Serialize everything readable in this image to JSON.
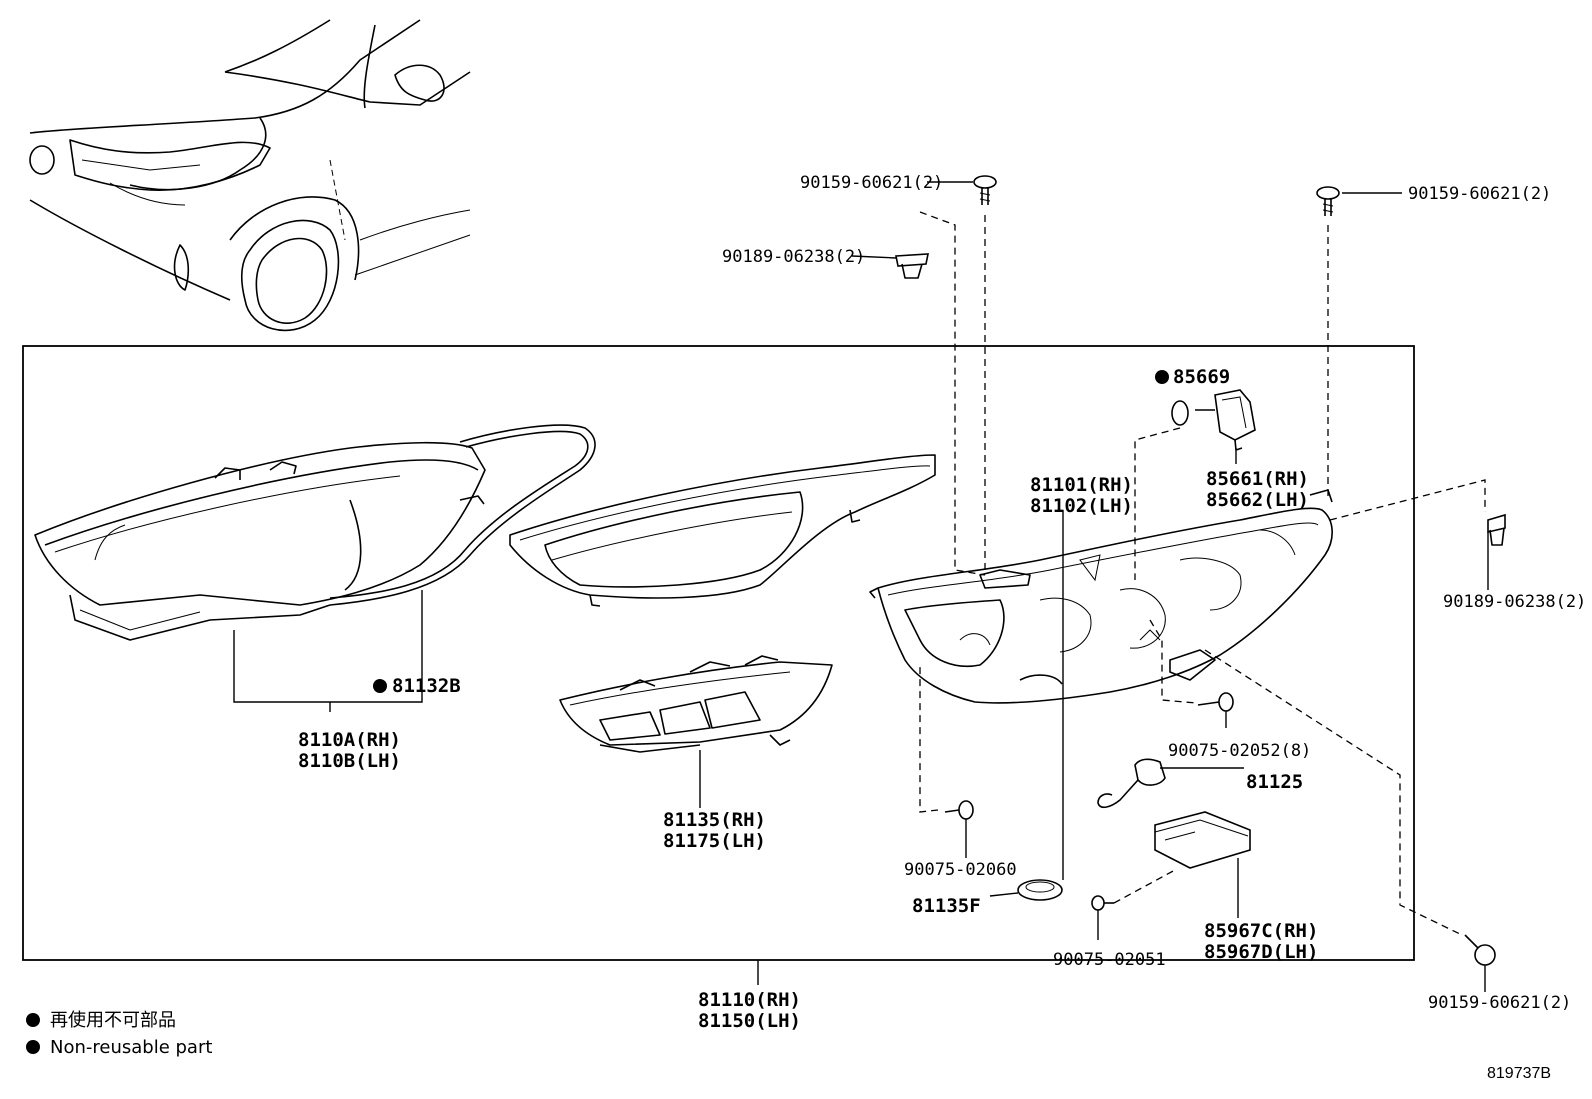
{
  "labels": {
    "p90159_top_left": "90159-60621(2)",
    "p90189_left": "90189-06238(2)",
    "p90159_top_right": "90159-60621(2)",
    "p85669": "85669",
    "p85661": "85661(RH)",
    "p85662": "85662(LH)",
    "p81101": "81101(RH)",
    "p81102": "81102(LH)",
    "p90189_right": "90189-06238(2)",
    "p81132b": "81132B",
    "p8110a": "8110A(RH)",
    "p8110b": "8110B(LH)",
    "p90075_02052": "90075-02052(8)",
    "p81125": "81125",
    "p81135": "81135(RH)",
    "p81175": "81175(LH)",
    "p90075_02060": "90075-02060",
    "p81135f": "81135F",
    "p90075_02051": "90075-02051",
    "p85967c": "85967C(RH)",
    "p85967d": "85967D(LH)",
    "p90159_bottom_right": "90159-60621(2)",
    "p81110": "81110(RH)",
    "p81150": "81150(LH)"
  },
  "legend": {
    "jp": "再使用不可部品",
    "en": "Non-reusable part"
  },
  "diagram_ref": "819737B",
  "colors": {
    "ink": "#000000",
    "paper": "#ffffff"
  }
}
